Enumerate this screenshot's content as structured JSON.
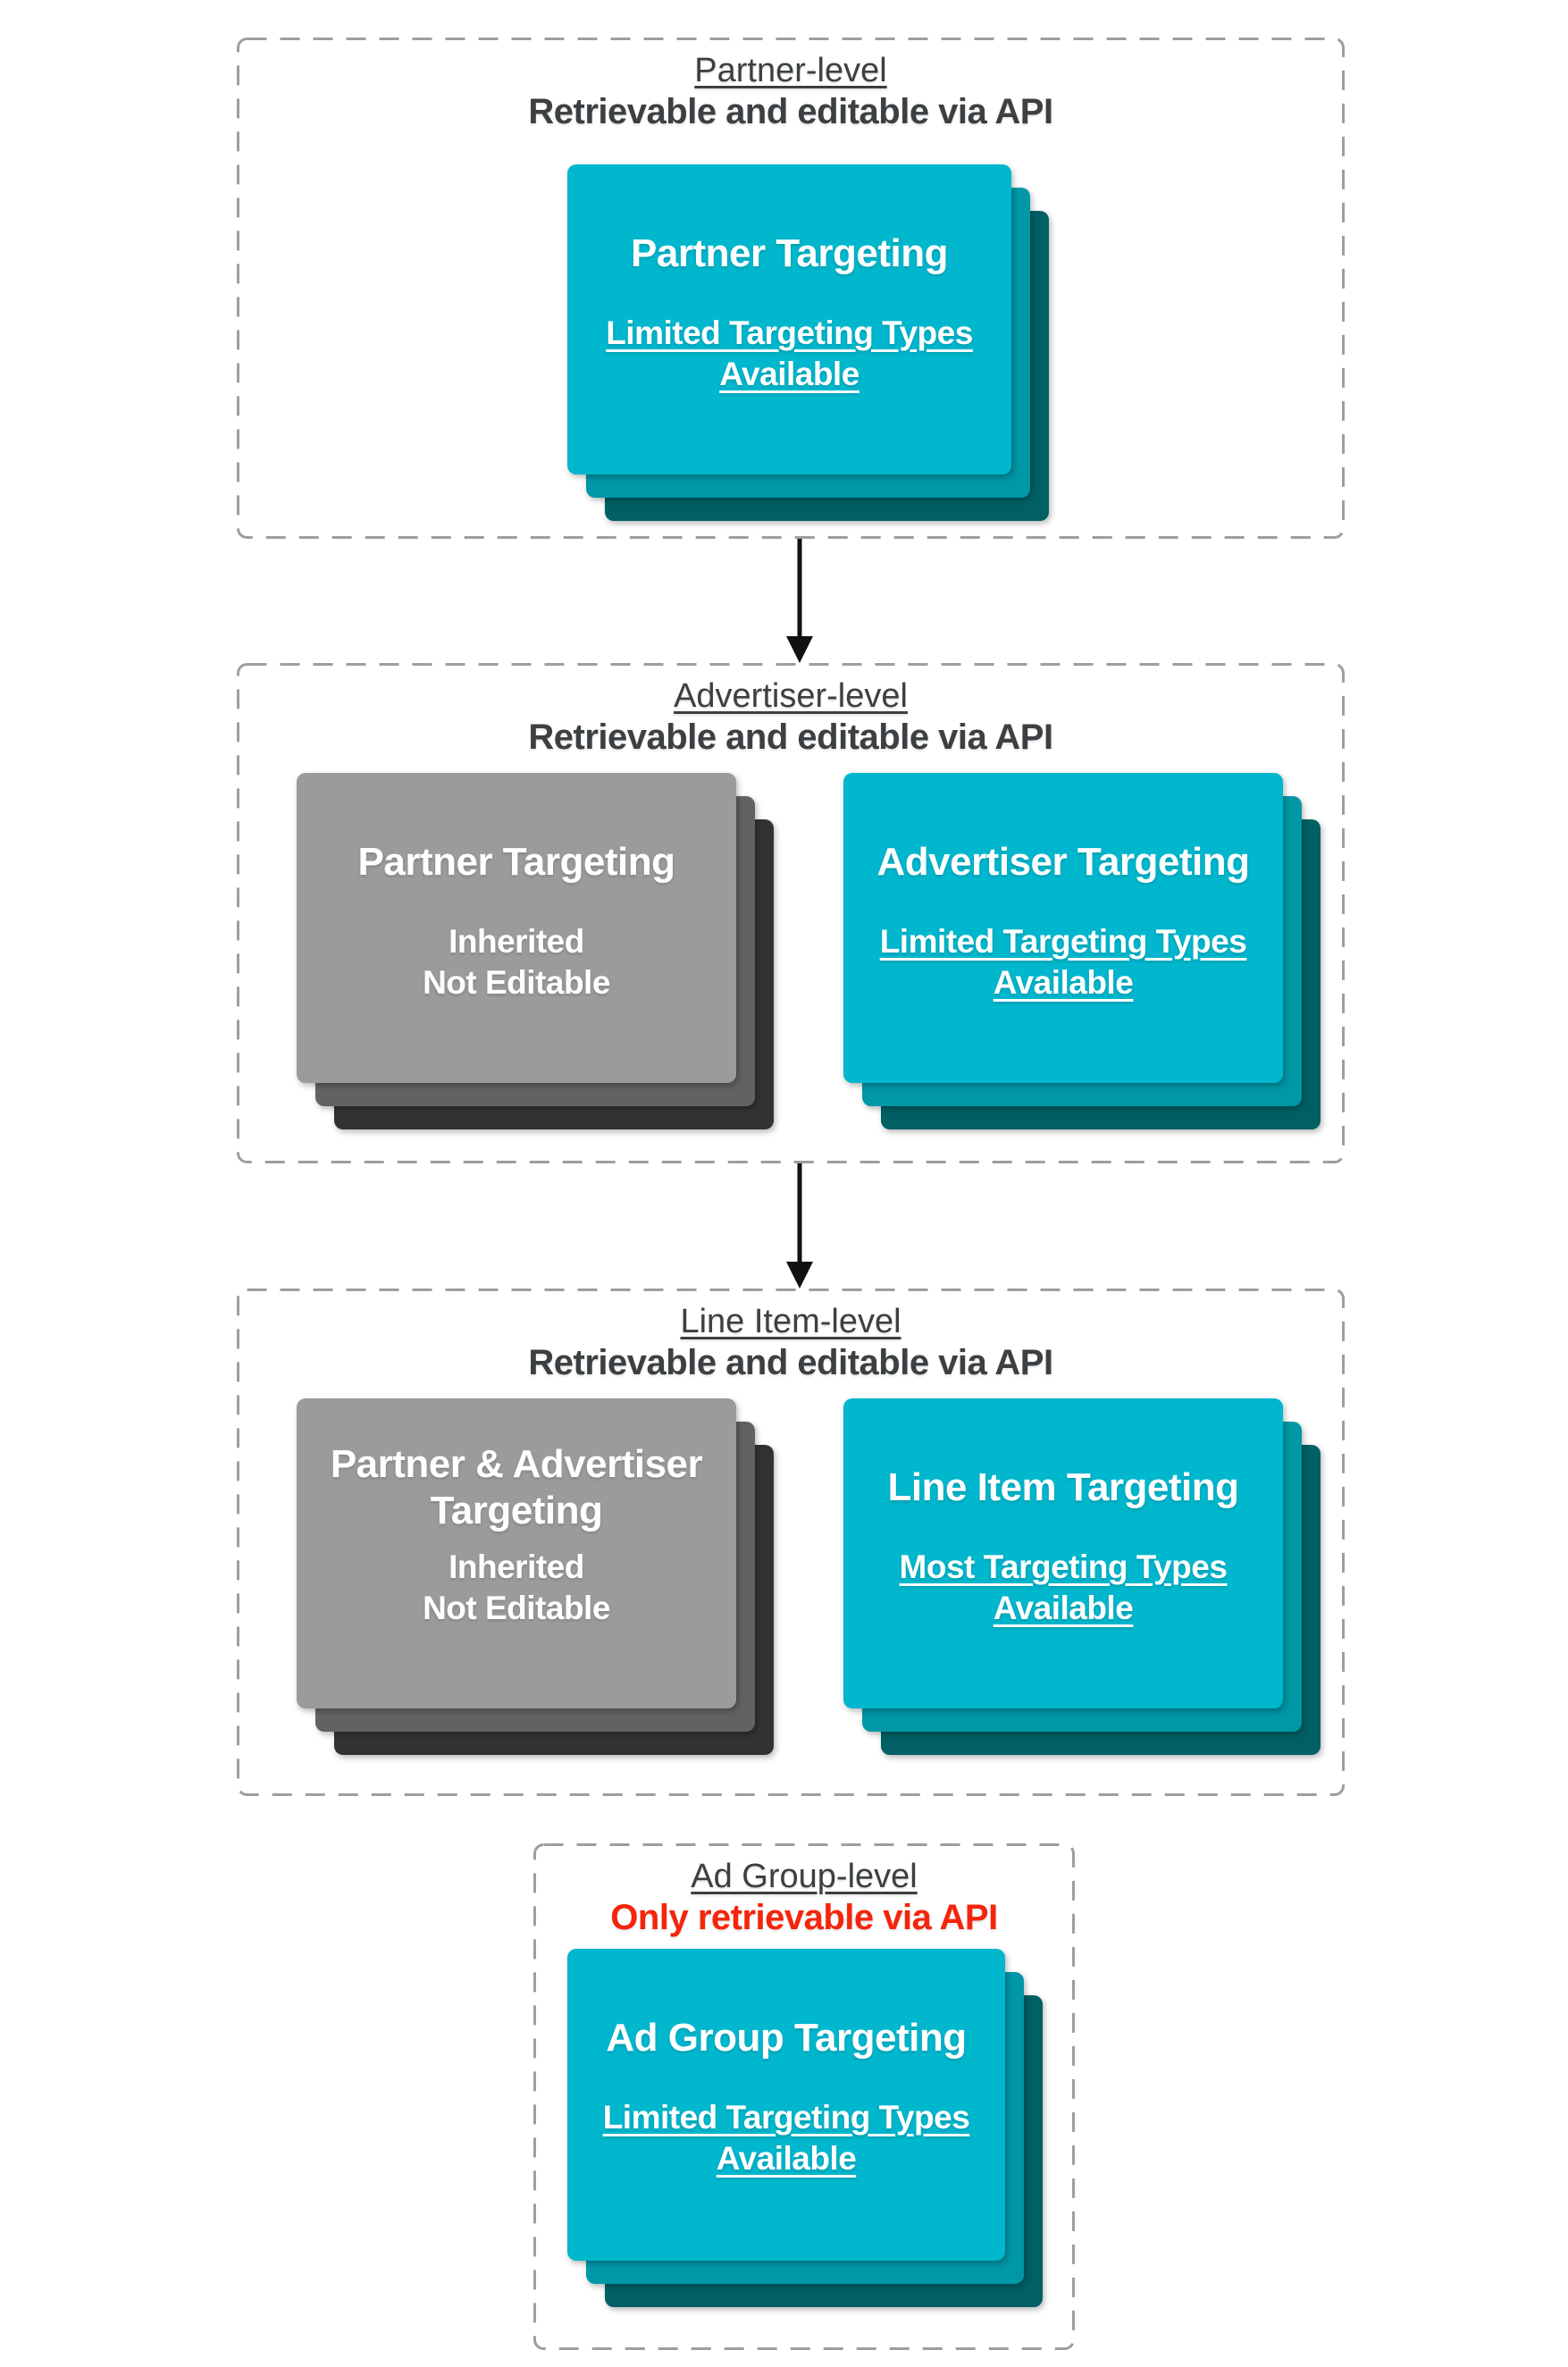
{
  "colors": {
    "teal_front": "#00B7CD",
    "teal_mid": "#0097A7",
    "teal_back": "#006064",
    "gray_front": "#9B9B9B",
    "gray_mid": "#626262",
    "gray_back": "#323232",
    "heading": "#3C4043",
    "red": "#F4250C",
    "dash": "#9E9E9E",
    "arrow": "#111111",
    "card_text": "#FFFFFF",
    "bg": "#FFFFFF"
  },
  "sections": [
    {
      "title": "Partner-level",
      "subtitle": "Retrievable and editable via API",
      "subtitle_style": "dark",
      "cards": [
        {
          "style": "teal",
          "title_lines": [
            "Partner Targeting"
          ],
          "body_lines": [
            "Limited Targeting Types",
            "Available"
          ],
          "body_underline": true
        }
      ]
    },
    {
      "title": "Advertiser-level",
      "subtitle": "Retrievable and editable via API",
      "subtitle_style": "dark",
      "cards": [
        {
          "style": "gray",
          "title_lines": [
            "Partner Targeting"
          ],
          "body_lines": [
            "Inherited",
            "Not Editable"
          ],
          "body_underline": false
        },
        {
          "style": "teal",
          "title_lines": [
            "Advertiser Targeting"
          ],
          "body_lines": [
            "Limited Targeting Types",
            "Available"
          ],
          "body_underline": true
        }
      ]
    },
    {
      "title": "Line Item-level",
      "subtitle": "Retrievable and editable via API",
      "subtitle_style": "dark",
      "cards": [
        {
          "style": "gray",
          "title_lines": [
            "Partner & Advertiser",
            "Targeting"
          ],
          "body_lines": [
            "Inherited",
            "Not Editable"
          ],
          "body_underline": false
        },
        {
          "style": "teal",
          "title_lines": [
            "Line Item Targeting"
          ],
          "body_lines": [
            "Most Targeting Types",
            "Available"
          ],
          "body_underline": true
        }
      ]
    },
    {
      "title": "Ad Group-level",
      "subtitle": "Only retrievable via API",
      "subtitle_style": "red",
      "cards": [
        {
          "style": "teal",
          "title_lines": [
            "Ad Group Targeting"
          ],
          "body_lines": [
            "Limited Targeting Types",
            "Available"
          ],
          "body_underline": true
        }
      ]
    }
  ]
}
